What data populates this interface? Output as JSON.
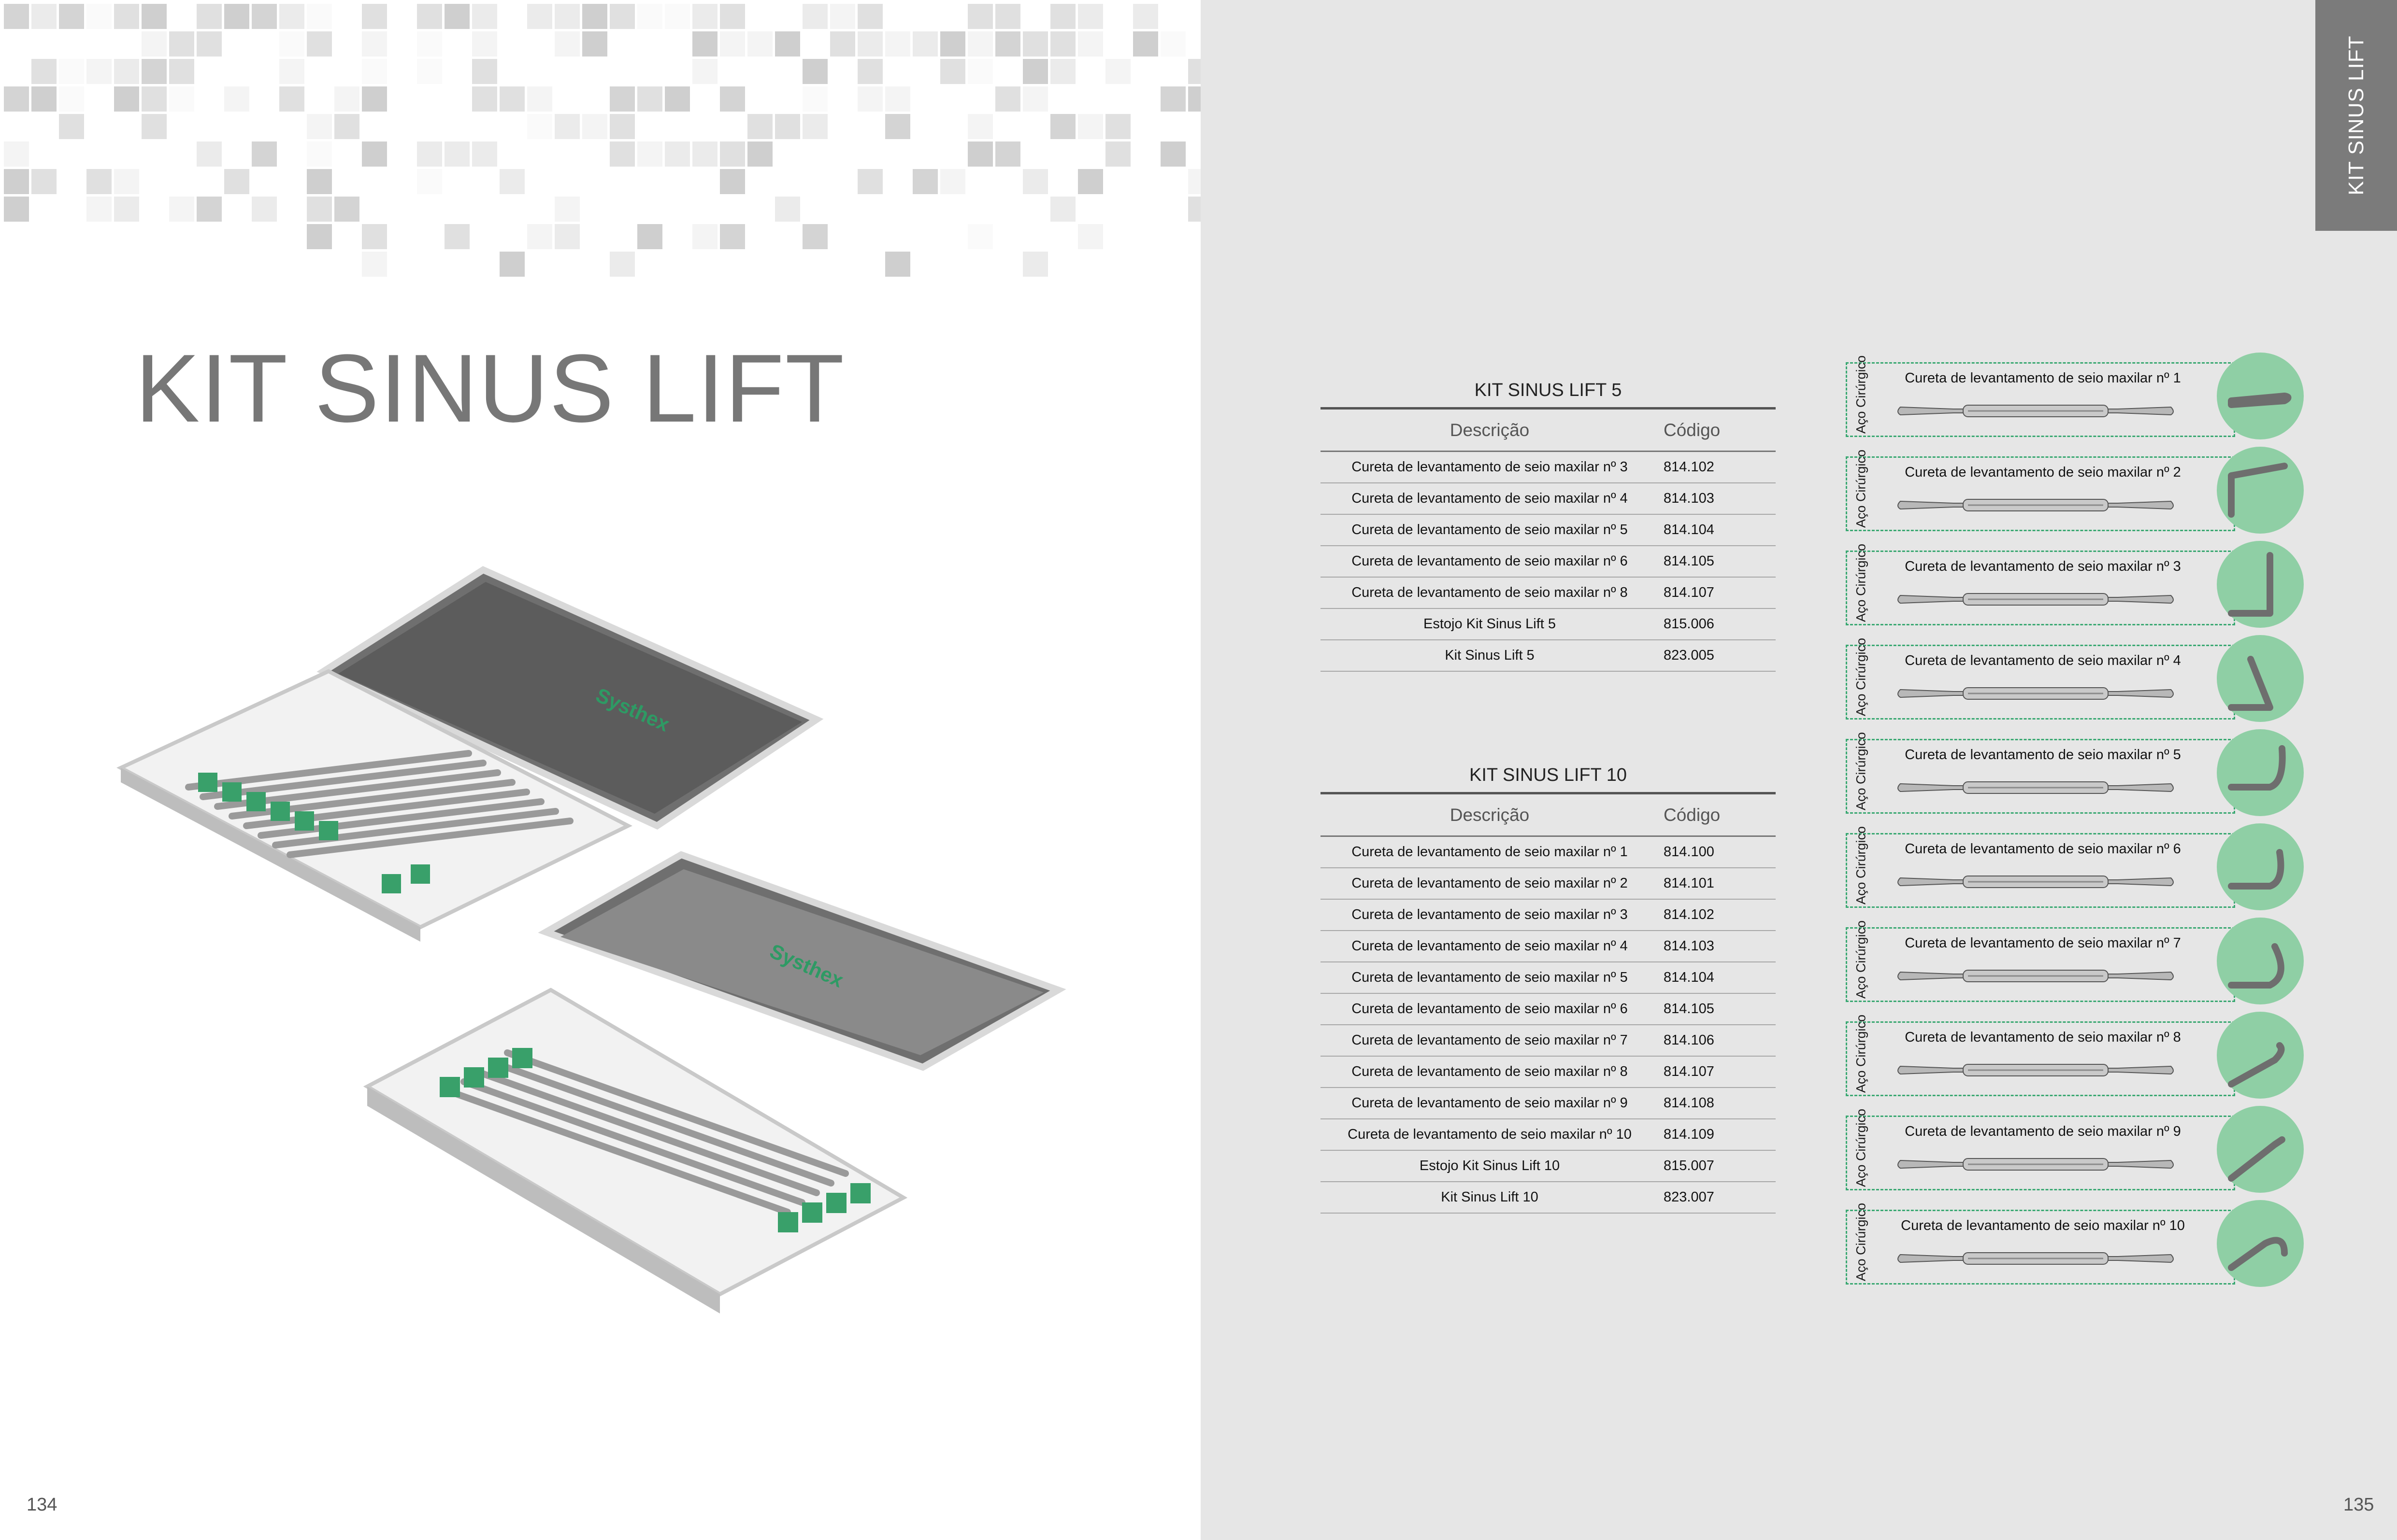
{
  "pages": {
    "left_number": "134",
    "right_number": "135"
  },
  "main_title": "KIT SINUS LIFT",
  "side_tab": "KIT SINUS LIFT",
  "photo": {
    "brand": "Systhex"
  },
  "tables": [
    {
      "title": "KIT SINUS LIFT 5",
      "headers": {
        "desc": "Descrição",
        "code": "Código"
      },
      "rows": [
        {
          "desc": "Cureta de levantamento de seio maxilar nº 3",
          "code": "814.102"
        },
        {
          "desc": "Cureta de levantamento de seio maxilar nº 4",
          "code": "814.103"
        },
        {
          "desc": "Cureta de levantamento de seio maxilar nº 5",
          "code": "814.104"
        },
        {
          "desc": "Cureta de levantamento de seio maxilar nº 6",
          "code": "814.105"
        },
        {
          "desc": "Cureta de levantamento de seio maxilar nº 8",
          "code": "814.107"
        },
        {
          "desc": "Estojo Kit Sinus Lift 5",
          "code": "815.006"
        },
        {
          "desc": "Kit Sinus Lift 5",
          "code": "823.005"
        }
      ]
    },
    {
      "title": "KIT SINUS LIFT 10",
      "headers": {
        "desc": "Descrição",
        "code": "Código"
      },
      "rows": [
        {
          "desc": "Cureta de levantamento de seio maxilar nº 1",
          "code": "814.100"
        },
        {
          "desc": "Cureta de levantamento de seio maxilar nº 2",
          "code": "814.101"
        },
        {
          "desc": "Cureta de levantamento de seio maxilar nº 3",
          "code": "814.102"
        },
        {
          "desc": "Cureta de levantamento de seio maxilar nº 4",
          "code": "814.103"
        },
        {
          "desc": "Cureta de levantamento de seio maxilar nº 5",
          "code": "814.104"
        },
        {
          "desc": "Cureta de levantamento de seio maxilar nº 6",
          "code": "814.105"
        },
        {
          "desc": "Cureta de levantamento de seio maxilar nº 7",
          "code": "814.106"
        },
        {
          "desc": "Cureta de levantamento de seio maxilar nº 8",
          "code": "814.107"
        },
        {
          "desc": "Cureta de levantamento de seio maxilar nº 9",
          "code": "814.108"
        },
        {
          "desc": "Cureta de levantamento de seio maxilar nº 10",
          "code": "814.109"
        },
        {
          "desc": "Estojo Kit Sinus Lift 10",
          "code": "815.007"
        },
        {
          "desc": "Kit Sinus Lift 10",
          "code": "823.007"
        }
      ]
    }
  ],
  "tools": [
    {
      "label": "Cureta de levantamento de seio maxilar nº 1",
      "material": "Aço Cirúrgico"
    },
    {
      "label": "Cureta de levantamento de seio maxilar nº 2",
      "material": "Aço Cirúrgico"
    },
    {
      "label": "Cureta de levantamento de seio maxilar nº 3",
      "material": "Aço Cirúrgico"
    },
    {
      "label": "Cureta de levantamento de seio maxilar nº 4",
      "material": "Aço Cirúrgico"
    },
    {
      "label": "Cureta de levantamento de seio maxilar nº 5",
      "material": "Aço Cirúrgico"
    },
    {
      "label": "Cureta de levantamento de seio maxilar nº 6",
      "material": "Aço Cirúrgico"
    },
    {
      "label": "Cureta de levantamento de seio maxilar nº 7",
      "material": "Aço Cirúrgico"
    },
    {
      "label": "Cureta de levantamento de seio maxilar nº 8",
      "material": "Aço Cirúrgico"
    },
    {
      "label": "Cureta de levantamento de seio maxilar nº 9",
      "material": "Aço Cirúrgico"
    },
    {
      "label": "Cureta de levantamento de seio maxilar nº 10",
      "material": "Aço Cirúrgico"
    }
  ],
  "colors": {
    "accent_green": "#8fcfa5",
    "dashed_border": "#3aa872",
    "tab_gray": "#7b7b7b",
    "right_bg": "#e6e6e6"
  }
}
